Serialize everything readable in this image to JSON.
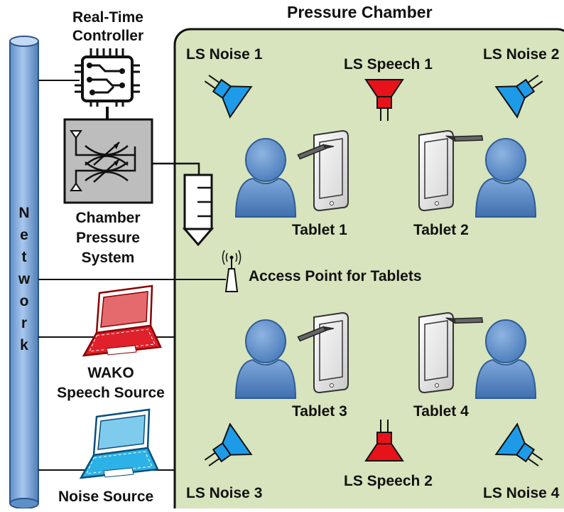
{
  "chamber": {
    "title": "Pressure Chamber",
    "fill_color": "#D7E4BD"
  },
  "network": {
    "letters": [
      "N",
      "e",
      "t",
      "w",
      "o",
      "r",
      "k"
    ],
    "pipe_color": "#8EB4E3"
  },
  "controller": {
    "line1": "Real-Time",
    "line2": "Controller"
  },
  "pressure_system": {
    "line1": "Chamber",
    "line2": "Pressure",
    "line3": "System"
  },
  "access_point": {
    "label": "Access Point for Tablets"
  },
  "speech_source": {
    "line1": "WAKO",
    "line2": "Speech Source",
    "laptop_color": "#E0202A"
  },
  "noise_source": {
    "label": "Noise Source",
    "laptop_color": "#2CB2E6"
  },
  "loudspeakers": {
    "noise1": "LS Noise 1",
    "noise2": "LS Noise 2",
    "noise3": "LS Noise 3",
    "noise4": "LS Noise 4",
    "speech1": "LS Speech 1",
    "speech2": "LS Speech 2",
    "noise_color": "#1E9BE8",
    "speech_color": "#E8121B"
  },
  "tablets": {
    "t1": "Tablet 1",
    "t2": "Tablet 2",
    "t3": "Tablet 3",
    "t4": "Tablet 4"
  },
  "person_color": "#5B8CC8"
}
